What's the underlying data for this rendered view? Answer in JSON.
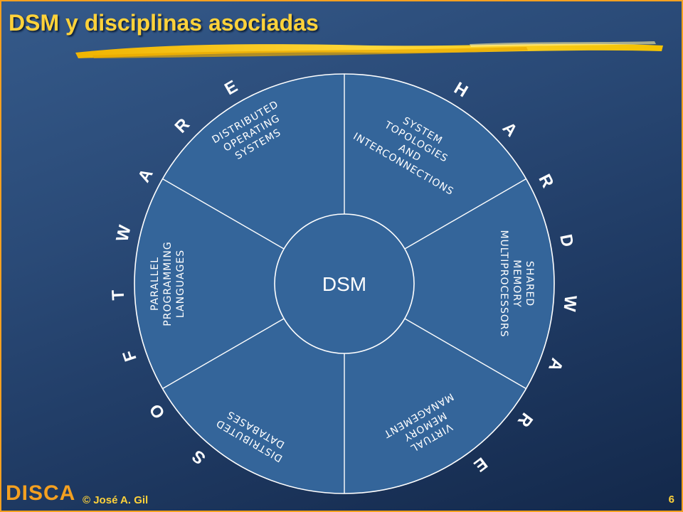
{
  "slide": {
    "title": "DSM y disciplinas asociadas",
    "page_number": "6",
    "copyright": "© José A. Gil",
    "logo_text": "DISCA"
  },
  "colors": {
    "title": "#ffd23a",
    "accent": "#f4a020",
    "wheel_fill": "#34659a",
    "wheel_stroke": "#ffffff"
  },
  "diagram": {
    "center": "DSM",
    "segments": [
      {
        "id": "system-topologies",
        "lines": [
          "SYSTEM",
          "TOPOLOGIES",
          "AND",
          "INTERCONNECTIONS"
        ]
      },
      {
        "id": "shared-memory",
        "lines": [
          "SHARED",
          "MEMORY",
          "MULTIPROCESSORS"
        ]
      },
      {
        "id": "virtual-memory",
        "lines": [
          "VIRTUAL",
          "MEMORY",
          "MANAGEMENT"
        ]
      },
      {
        "id": "distributed-databases",
        "lines": [
          "DISTRIBUTED",
          "DATABASES"
        ]
      },
      {
        "id": "parallel-programming",
        "lines": [
          "PARALLEL",
          "PROGRAMMING",
          "LANGUAGES"
        ]
      },
      {
        "id": "distributed-os",
        "lines": [
          "DISTRIBUTED",
          "OPERATING",
          "SYSTEMS"
        ]
      }
    ],
    "arc_left": "SOFTWARE",
    "arc_right": "HARDWARE"
  }
}
